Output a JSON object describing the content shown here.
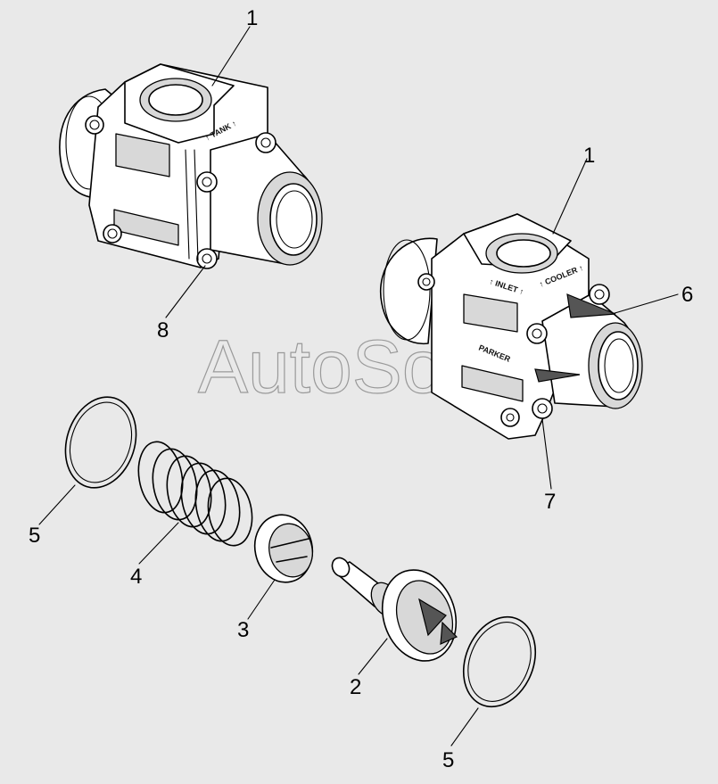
{
  "watermark": "AutoSoft",
  "housing_labels": {
    "tank": "↑ TANK ↑",
    "inlet": "↑ INLET ↑",
    "cooler": "↑ COOLER ↑",
    "brand": "PARKER"
  },
  "callouts": [
    {
      "id": "callout-1-top",
      "text": "1"
    },
    {
      "id": "callout-1-right",
      "text": "1"
    },
    {
      "id": "callout-6",
      "text": "6"
    },
    {
      "id": "callout-7",
      "text": "7"
    },
    {
      "id": "callout-8",
      "text": "8"
    },
    {
      "id": "callout-5-left",
      "text": "5"
    },
    {
      "id": "callout-4",
      "text": "4"
    },
    {
      "id": "callout-3",
      "text": "3"
    },
    {
      "id": "callout-2",
      "text": "2"
    },
    {
      "id": "callout-5-bottom",
      "text": "5"
    }
  ]
}
